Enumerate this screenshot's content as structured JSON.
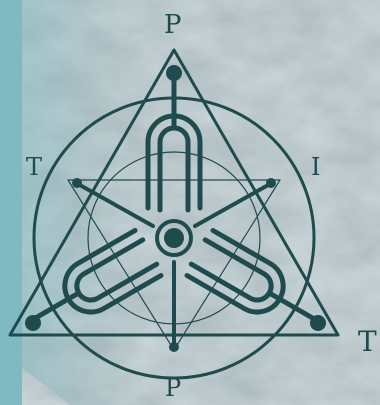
{
  "emblem": {
    "labels": {
      "top": "P",
      "upper_left": "T",
      "upper_right": "I",
      "lower_right": "T",
      "bottom": "P"
    }
  },
  "colors": {
    "ink": "#1f4b4f",
    "panel_teal": "#7fb9c1",
    "marble_grey": "#8fa6ab"
  }
}
